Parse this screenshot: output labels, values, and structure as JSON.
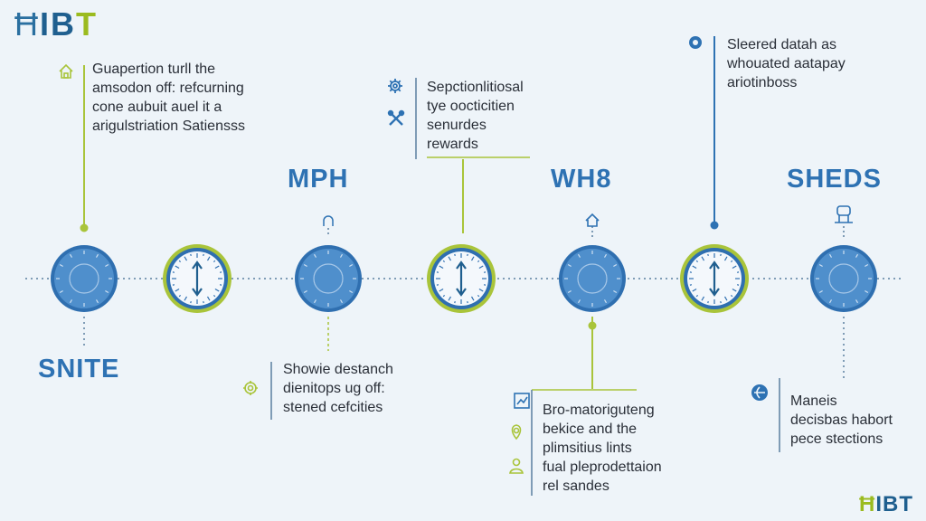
{
  "brand": {
    "prefix": "Ħ",
    "main": "IB",
    "suffix": "T"
  },
  "footer_brand": {
    "prefix": "Ħ",
    "main": "IBT"
  },
  "colors": {
    "accent_blue": "#2e72b3",
    "accent_green": "#a9c43a",
    "line": "#5a7fa0",
    "background": "#eef4f9"
  },
  "headings": {
    "h1": "MPH",
    "h2": "WH8",
    "h3": "SHEDS",
    "h4": "SNITE"
  },
  "notes": {
    "n1": [
      "Guapertion turll the",
      "amsodon off: refcurning",
      "cone aubuit auel it a",
      "arigulstriation Satiensss"
    ],
    "n2": [
      "Sepctionlitiosal",
      "tye oocticitien",
      "senurdes",
      "rewards"
    ],
    "n3": [
      "Sleered datah as",
      "whouated aatapay",
      "ariotinboss"
    ],
    "n4": [
      "Showie destanch",
      "dienitops ug off:",
      "stened cefcities"
    ],
    "n5": [
      "Bro-matoriguteng",
      "bekice and the",
      "plimsitius lints",
      "fual pleprodettaion",
      "rel sandes"
    ],
    "n6": [
      "Maneis",
      "decisbas habort",
      "pece stections"
    ]
  },
  "icons": {
    "n1": "home-icon",
    "n2": [
      "gear-icon",
      "tools-icon"
    ],
    "n3": "gear-icon",
    "n4": "gear-icon",
    "n5": [
      "chart-icon",
      "location-pin-icon",
      "person-icon"
    ],
    "n6": "globe-icon"
  },
  "milestones": [
    {
      "style": "solid",
      "arrow": false
    },
    {
      "style": "ring",
      "arrow": true
    },
    {
      "style": "solid",
      "arrow": false
    },
    {
      "style": "ring",
      "arrow": true
    },
    {
      "style": "solid",
      "arrow": false
    },
    {
      "style": "ring",
      "arrow": true
    },
    {
      "style": "solid",
      "arrow": false
    }
  ]
}
